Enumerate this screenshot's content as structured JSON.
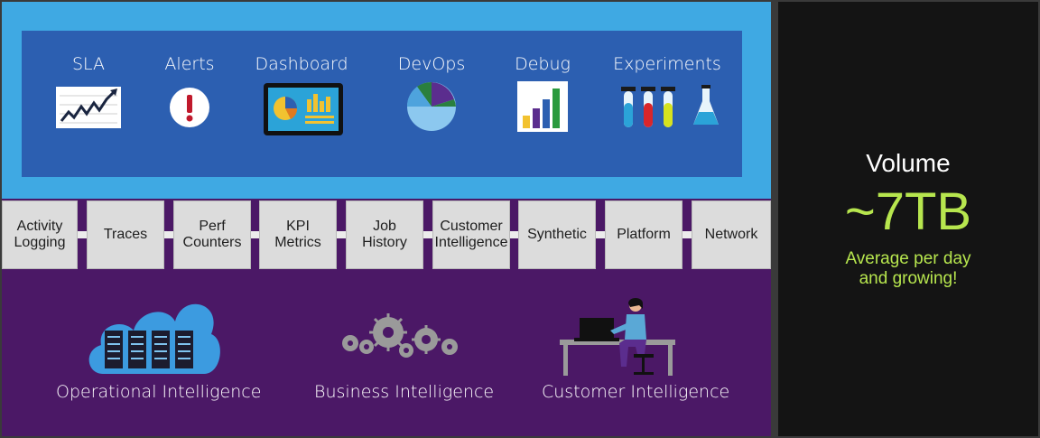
{
  "scenarios": [
    {
      "label": "SLA",
      "icon": "line-chart-icon"
    },
    {
      "label": "Alerts",
      "icon": "alert-icon"
    },
    {
      "label": "Dashboard",
      "icon": "dashboard-icon"
    },
    {
      "label": "DevOps",
      "icon": "pie-chart-icon"
    },
    {
      "label": "Debug",
      "icon": "bar-chart-icon"
    },
    {
      "label": "Experiments",
      "icon": "test-tubes-icon"
    }
  ],
  "sources": [
    {
      "label": "Activity\nLogging"
    },
    {
      "label": "Traces"
    },
    {
      "label": "Perf\nCounters"
    },
    {
      "label": "KPI\nMetrics"
    },
    {
      "label": "Job\nHistory"
    },
    {
      "label": "Customer\nIntelligence"
    },
    {
      "label": "Synthetic"
    },
    {
      "label": "Platform"
    },
    {
      "label": "Network"
    }
  ],
  "intelligence": [
    {
      "label": "Operational Intelligence",
      "icon": "cloud-servers-icon"
    },
    {
      "label": "Business Intelligence",
      "icon": "gears-icon"
    },
    {
      "label": "Customer Intelligence",
      "icon": "person-at-desk-icon"
    }
  ],
  "volume": {
    "title": "Volume",
    "value": "~7TB",
    "note": "Average per day\nand growing!"
  },
  "colors": {
    "top_band": "#3fa9e3",
    "scenario_box": "#2c5fb1",
    "bottom_band": "#4b1866",
    "source_box": "#dcdcdc",
    "volume_bg": "#141414",
    "accent": "#b7e64e"
  }
}
